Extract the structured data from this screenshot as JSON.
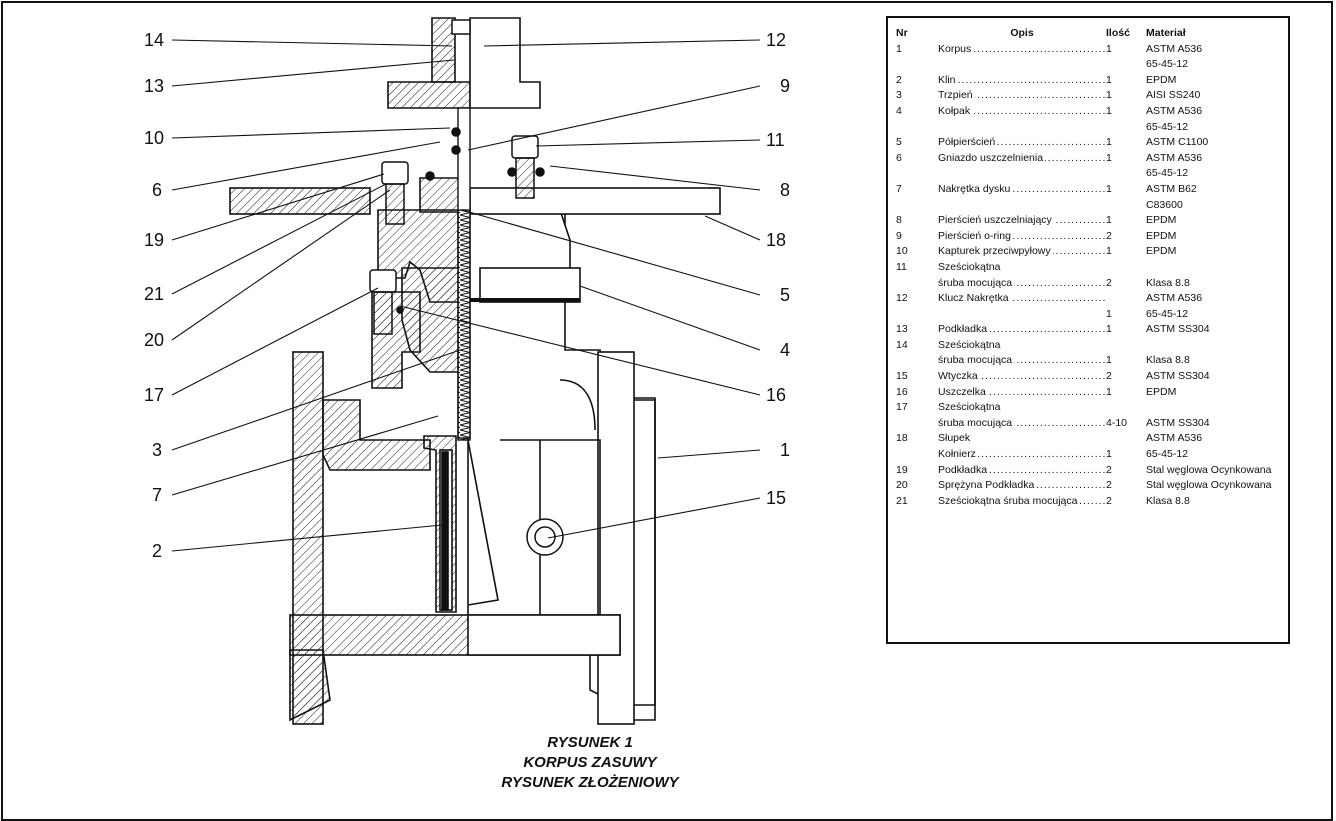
{
  "callouts": {
    "left": [
      "14",
      "13",
      "10",
      "6",
      "19",
      "21",
      "20",
      "17",
      "3",
      "7",
      "2"
    ],
    "right": [
      "12",
      "9",
      "11",
      "8",
      "18",
      "5",
      "4",
      "16",
      "1",
      "15"
    ]
  },
  "caption": {
    "line1": "RYSUNEK 1",
    "line2": "KORPUS ZASUWY",
    "line3": "RYSUNEK ZŁOŻENIOWY"
  },
  "parts_table": {
    "headers": {
      "nr": "Nr",
      "desc": "Opis",
      "qty": "Ilość",
      "material": "Materiał"
    },
    "rows": [
      {
        "nr": "1",
        "desc": "Korpus",
        "qty": "1",
        "material": "ASTM A536"
      },
      {
        "nr": "",
        "desc": "",
        "qty": "",
        "material": "65-45-12"
      },
      {
        "nr": "2",
        "desc": "Klin",
        "qty": "1",
        "material": "EPDM"
      },
      {
        "nr": "3",
        "desc": "Trzpień",
        "qty": "1",
        "material": "AISI SS240"
      },
      {
        "nr": "4",
        "desc": "Kołpak",
        "qty": "1",
        "material": "ASTM A536"
      },
      {
        "nr": "",
        "desc": "",
        "qty": "",
        "material": "65-45-12"
      },
      {
        "nr": "5",
        "desc": "Półpierścień ",
        "qty": "1",
        "material": "ASTM C1100"
      },
      {
        "nr": "6",
        "desc": "Gniazdo uszczelnienia",
        "qty": "1",
        "material": "ASTM A536"
      },
      {
        "nr": "",
        "desc": "",
        "qty": "",
        "material": "65-45-12"
      },
      {
        "nr": "7",
        "desc": "Nakrętka dysku",
        "qty": "1",
        "material": "ASTM B62"
      },
      {
        "nr": "",
        "desc": "",
        "qty": "",
        "material": "C83600"
      },
      {
        "nr": "8",
        "desc": "Pierścień uszczelniający ",
        "qty": "1",
        "material": "EPDM"
      },
      {
        "nr": "9",
        "desc": "Pierścień o-ring ",
        "qty": "2",
        "material": "EPDM"
      },
      {
        "nr": "10",
        "desc": "Kapturek przeciwpyłowy ",
        "qty": "1",
        "material": "EPDM"
      },
      {
        "nr": "11",
        "desc": "Sześciokątna",
        "qty": "",
        "material": "",
        "nodots": true
      },
      {
        "nr": "",
        "desc": "śruba mocująca ",
        "qty": "2",
        "material": "Klasa 8.8"
      },
      {
        "nr": "12",
        "desc": "Klucz Nakrętka ",
        "qty": "",
        "material": "ASTM A536"
      },
      {
        "nr": "",
        "desc": "",
        "qty": "1",
        "material": "65-45-12"
      },
      {
        "nr": "13",
        "desc": "Podkładka",
        "qty": "1",
        "material": "ASTM SS304"
      },
      {
        "nr": "14",
        "desc": "Sześciokątna",
        "qty": "",
        "material": "",
        "nodots": true
      },
      {
        "nr": "",
        "desc": "śruba mocująca ",
        "qty": "1",
        "material": "Klasa 8.8"
      },
      {
        "nr": "15",
        "desc": "Wtyczka",
        "qty": "2",
        "material": "ASTM SS304"
      },
      {
        "nr": "16",
        "desc": "Uszczelka",
        "qty": "1",
        "material": "EPDM"
      },
      {
        "nr": "17",
        "desc": "Sześciokątna",
        "qty": "",
        "material": "",
        "nodots": true
      },
      {
        "nr": "",
        "desc": "śruba mocująca ",
        "qty": "4-10",
        "material": "ASTM SS304"
      },
      {
        "nr": "18",
        "desc": "Słupek",
        "qty": "",
        "material": "ASTM A536",
        "nodots": true
      },
      {
        "nr": "",
        "desc": "Kołnierz",
        "qty": "1",
        "material": "65-45-12"
      },
      {
        "nr": "19",
        "desc": "Podkładka",
        "qty": "2",
        "material": "Stal węglowa Ocynkowana"
      },
      {
        "nr": "20",
        "desc": "Sprężyna Podkładka ",
        "qty": "2",
        "material": "Stal węglowa Ocynkowana"
      },
      {
        "nr": "21",
        "desc": "Sześciokątna śruba mocująca",
        "qty": "2",
        "material": "Klasa 8.8"
      }
    ]
  }
}
